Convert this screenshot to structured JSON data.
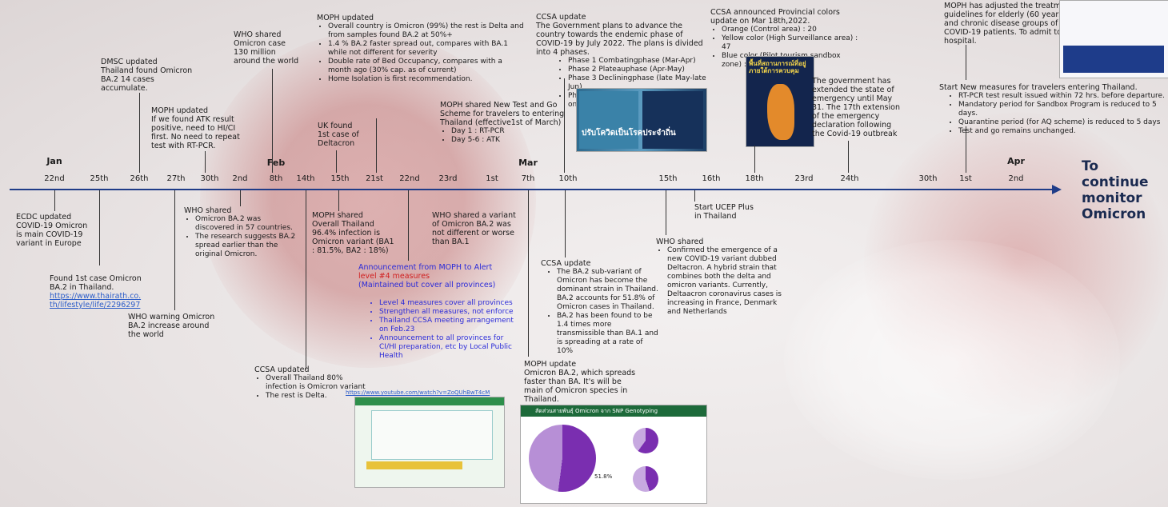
{
  "months": [
    {
      "label": "Jan",
      "day_index": 0
    },
    {
      "label": "Feb",
      "day_index": 6
    },
    {
      "label": "Mar",
      "day_index": 13
    },
    {
      "label": "Apr",
      "day_index": 22
    }
  ],
  "ticks": [
    "22nd",
    "25th",
    "26th",
    "27th",
    "30th",
    "2nd",
    "8th",
    "14th",
    "15th",
    "21st",
    "22nd",
    "23rd",
    "1st",
    "7th",
    "10th",
    "15th",
    "16th",
    "18th",
    "23rd",
    "24th",
    "30th",
    "1st",
    "2nd"
  ],
  "continue_text": "To continue monitor Omicron",
  "above": {
    "dmsc": "DMSC  updated\nThailand found Omicron\nBA.2  14 cases\naccumulate.",
    "moph_atk": "MOPH updated\n If we found ATK result\npositive, need to HI/CI\nfirst. No need to repeat\ntest with RT-PCR.",
    "who_130": "WHO shared\nOmicron case\n130 million\naround the world",
    "uk": "UK found\n1st case of\nDeltacron",
    "moph_title": "MOPH updated",
    "moph_items": [
      "Overall country is Omicron (99%) the rest is Delta and from samples found BA.2 at 50%+",
      "1.4 % BA.2 faster spread out, compares with BA.1 while not different for severity",
      "Double rate of Bed Occupancy, compares with a month ago (30% cap. as of current)",
      "Home Isolation is first recommendation."
    ],
    "testgo_title": "MOPH shared New Test and Go Scheme for travelers to entering Thailand (effective1st of March)",
    "testgo_items": [
      "Day 1 : RT-PCR",
      "Day 5-6 : ATK"
    ],
    "ccsa_title": "CCSA update",
    "ccsa_text": "The Government plans to advance the country towards the endemic phase of COVID-19 by July 2022. The plans is divided into 4 phases.",
    "ccsa_phases": [
      "Phase 1 Combatingphase (Mar-Apr)",
      "Phase 2 Plateauphase (Apr-May)",
      "Phase 3 Decliningphase (late May-late Jun)",
      "Phase 4 Post-pandemicphase (Jul onward)."
    ],
    "colors_title": "CCSA announced Provincial colors update on Mar 18th,2022.",
    "colors_items": [
      "Orange (Control area) : 20",
      "Yellow color (High Surveillance area) : 47",
      "Blue color (Pilot tourism sandbox zone) : 10"
    ],
    "emergency": "The government has\nextended the state of\nemergency until May\n31. The 17th extension\nof the emergency\ndeclaration following\nthe Covid-19 outbreak",
    "elderly": "MOPH has adjusted the treatment\nguidelines for elderly (60 years up)\nand chronic disease groups of\nCOVID-19 patients. To admit to the\nhospital.",
    "travel_title": "Start New measures for travelers entering Thailand.",
    "travel_items": [
      "RT-PCR test result issued within 72 hrs. before departure.",
      "Mandatory period for Sandbox Program is reduced to 5 days.",
      "Quarantine period (for AQ scheme) is reduced to 5 days",
      "Test and go remains unchanged."
    ]
  },
  "below": {
    "ecdc": "ECDC updated\nCOVID-19 Omicron\nis main COVID-19\nvariant in Europe",
    "first_case": "Found 1st case Omicron\nBA.2 in Thailand.",
    "first_case_link": "https://www.thairath.co.\nth/lifestyle/life/2296297",
    "who_warn": "WHO warning Omicron\nBA.2 increase around\nthe world",
    "who57_title": "WHO shared",
    "who57_items": [
      "Omicron BA.2 was discovered in 57 countries.",
      "The research suggests BA.2 spread earlier than the original Omicron."
    ],
    "ccsa80_title": "CCSA updated",
    "ccsa80_items": [
      "Overall Thailand 80% infection is Omicron variant",
      "The rest is Delta."
    ],
    "moph96": "MOPH shared\nOverall Thailand\n96.4% infection is\nOmicron variant (BA1\n: 81.5%, BA2 : 18%)",
    "alert_title": "Announcement from MOPH to Alert",
    "alert_red": "level #4 measures",
    "alert_sub": "(Maintained but cover all provinces)",
    "alert_items": [
      "Level 4 measures cover all provinces",
      "Strengthen all measures, not enforce",
      "Thailand CCSA meeting arrangement on Feb.23",
      "Announcement to all provinces for CI/HI preparation, etc by Local Public Health"
    ],
    "alert_link": "https://www.youtube.com/watch?v=ZoQUhBwT4cM",
    "who_variant": "WHO shared a variant\nof Omicron BA.2 was\nnot different or worse\nthan BA.1",
    "ccsa_ba2_title": "CCSA update",
    "ccsa_ba2_items": [
      "The BA.2 sub-variant of Omicron has become the dominant strain in Thailand. BA.2 accounts for 51.8% of Omicron cases in Thailand.",
      "BA.2 has been found to be 1.4 times more transmissible than BA.1 and is spreading at a rate of 10%"
    ],
    "moph_ba2": "MOPH update\nOmicron BA.2, which spreads\nfaster than BA. It's will be\nmain of Omicron species in\nThailand.",
    "ucep": "Start UCEP Plus\nin Thailand",
    "deltacron_title": "WHO shared",
    "deltacron_items": [
      "Confirmed the emergence of a new COVID-19 variant dubbed Deltacron. A hybrid strain that combines both the delta and omicron variants. Currently, Deltaacron coronavirus cases is increasing in France, Denmark and Netherlands"
    ]
  },
  "images": {
    "endemic_caption": "ปรับโควิดเป็นโรคประจำถิ่น",
    "map_caption": "พื้นที่สถานการณ์ที่อยู่ภายใต้การควบคุม",
    "pie_title": "สัดส่วนสายพันธุ์ Omicron จาก SNP Genotyping",
    "pie_pct": "51.8%"
  },
  "colors": {
    "axis": "#1f3c88",
    "link": "#2b5cc8",
    "blue_text": "#2b2bd8",
    "red_text": "#d02020",
    "pie": "#7a2eb0"
  }
}
